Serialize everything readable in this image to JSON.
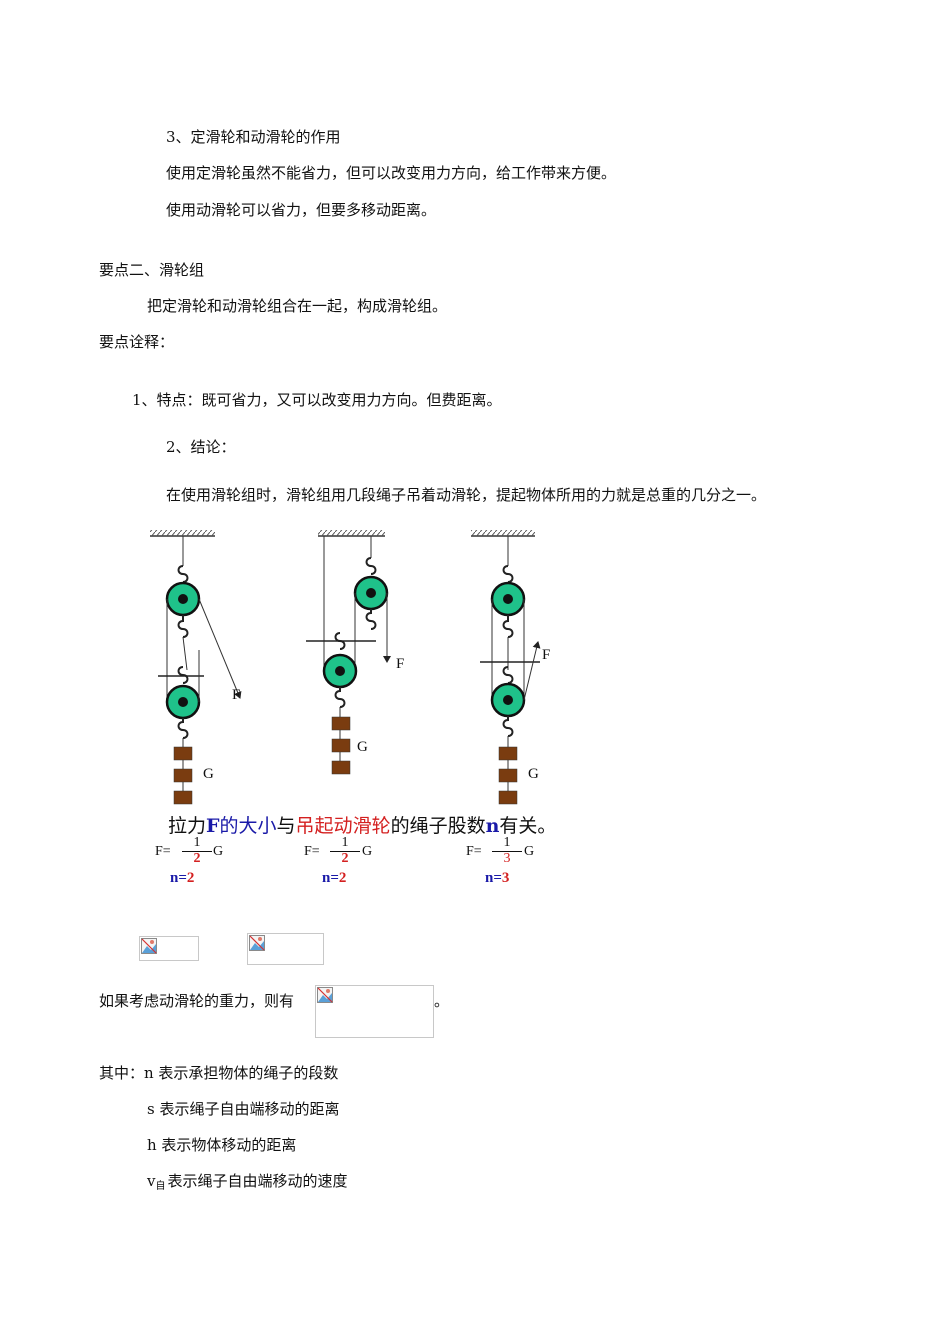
{
  "section1": {
    "heading": "3、定滑轮和动滑轮的作用",
    "line1": "使用定滑轮虽然不能省力，但可以改变用力方向，给工作带来方便。",
    "line2": "使用动滑轮可以省力，但要多移动距离。"
  },
  "section2": {
    "heading": "要点二、滑轮组",
    "intro": "把定滑轮和动滑轮组合在一起，构成滑轮组。",
    "explain_label": "要点诠释：",
    "point1": "1、特点：既可省力，又可以改变用力方向。但费距离。",
    "point2": "2、结论：",
    "conclusion": "在使用滑轮组时，滑轮组用几段绳子吊着动滑轮，提起物体所用的力就是总重的几分之一。"
  },
  "figure": {
    "caption_parts": [
      "拉力",
      "F",
      "的大小",
      "与",
      "吊起",
      "动滑轮",
      "的绳子股数",
      "n",
      "有关。"
    ],
    "diagrams": [
      {
        "force_label": "F",
        "weight_label": "G",
        "formula_left": "F=",
        "numerator": "1",
        "denominator": "2",
        "formula_right": "G",
        "n_label": "n=",
        "n_value": "2"
      },
      {
        "force_label": "F",
        "weight_label": "G",
        "formula_left": "F=",
        "numerator": "1",
        "denominator": "2",
        "formula_right": "G",
        "n_label": "n=",
        "n_value": "2"
      },
      {
        "force_label": "F",
        "weight_label": "G",
        "formula_left": "F=",
        "numerator": "1",
        "denominator": "3",
        "formula_right": "G",
        "n_label": "n=",
        "n_value": "3"
      }
    ]
  },
  "consider_line": {
    "prefix": "如果考虑动滑轮的重力，则有",
    "suffix": "。"
  },
  "definitions": {
    "n": "其中：n 表示承担物体的绳子的段数",
    "s": "s 表示绳子自由端移动的距离",
    "h": "h 表示物体移动的距离",
    "v_main": "v",
    "v_sub": "自",
    "v_rest": "表示绳子自由端移动的速度"
  },
  "colors": {
    "pulley_fill": "#1fc28a",
    "weight_fill": "#7a3c10",
    "blue": "#1a1aa8",
    "red": "#d42020"
  }
}
